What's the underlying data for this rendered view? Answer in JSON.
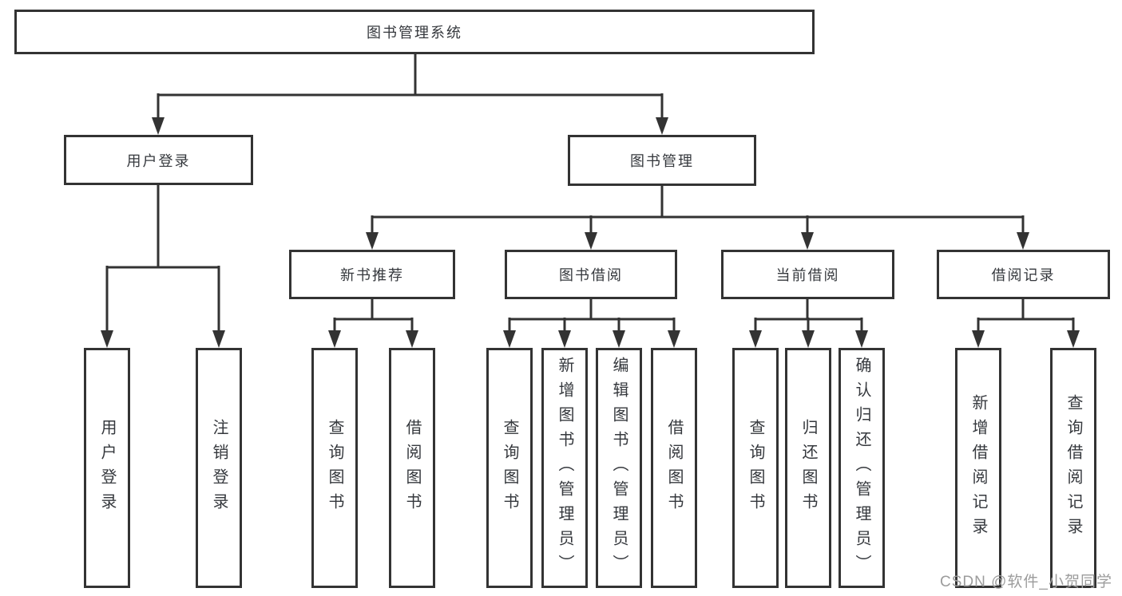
{
  "diagram": {
    "title": "图书管理系统",
    "level2": [
      {
        "label": "用户登录"
      },
      {
        "label": "图书管理"
      }
    ],
    "level3": [
      {
        "label": "新书推荐"
      },
      {
        "label": "图书借阅"
      },
      {
        "label": "当前借阅"
      },
      {
        "label": "借阅记录"
      }
    ],
    "leaves": {
      "user_login": [
        "用户登录",
        "注销登录"
      ],
      "new_book": [
        "查询图书",
        "借阅图书"
      ],
      "book_borrow": [
        "查询图书",
        "新增图书（管理员）",
        "编辑图书（管理员）",
        "借阅图书"
      ],
      "current_borrow": [
        "查询图书",
        "归还图书",
        "确认归还（管理员）"
      ],
      "borrow_records": [
        "新增借阅记录",
        "查询借阅记录"
      ]
    }
  },
  "watermark": {
    "text": "CSDN @软件_小贺同学"
  },
  "colors": {
    "line": "#333333",
    "text": "#35383d",
    "background": "#ffffff",
    "watermark": "#9c9c9c"
  }
}
